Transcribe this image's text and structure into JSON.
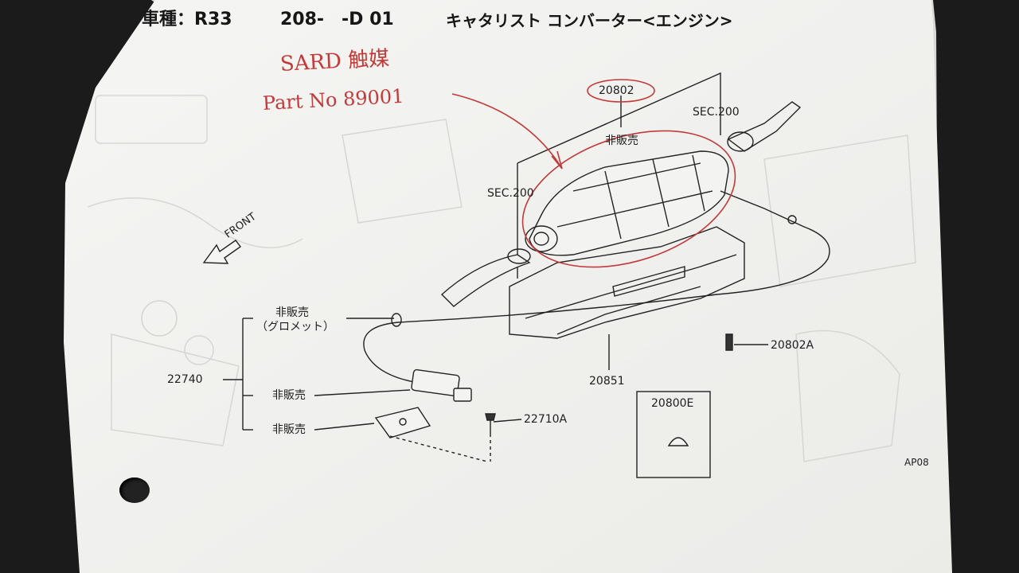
{
  "header": {
    "model": "車種：R33",
    "section_code": "208-　-D 01",
    "title": "キャタリスト コンバーター<エンジン>"
  },
  "handwritten": {
    "line1": "SARD 触媒",
    "line2": "Part No 89001"
  },
  "labels": {
    "part_20802": "20802",
    "sec200_upper": "SEC.200",
    "sec200_left": "SEC.200",
    "not_for_sale_top": "非販売",
    "front": "FRONT",
    "not_for_sale_grommet": "非販売",
    "grommet": "（グロメット）",
    "part_22740": "22740",
    "not_for_sale_sensor": "非販売",
    "not_for_sale_bracket": "非販売",
    "part_22710A": "22710A",
    "part_20851": "20851",
    "part_20802A": "20802A",
    "part_20800E": "20800E",
    "page_code": "AP08"
  },
  "colors": {
    "paper": "#f2f2f0",
    "ink": "#1c1c1c",
    "red_pen": "#c23a3a",
    "background": "#1a1a1a"
  }
}
